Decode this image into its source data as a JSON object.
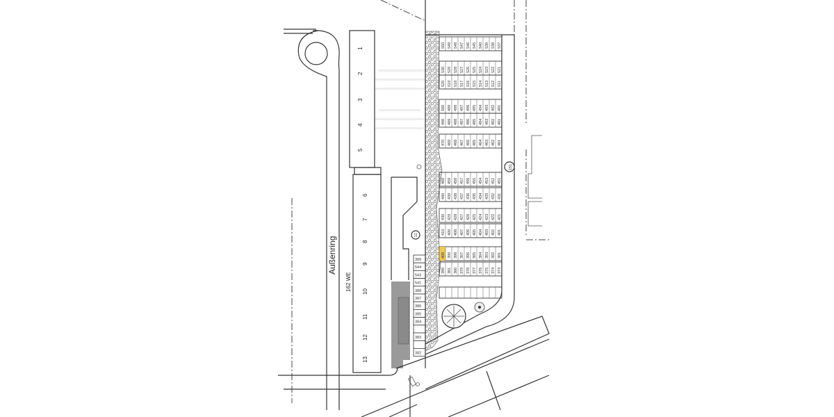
{
  "plan": {
    "street_name": "Außenring",
    "unit_count_label": "162 WE",
    "plot_marker_left": "11",
    "plot_marker_right": "151",
    "colors": {
      "line": "#333333",
      "shaded_block": "#9a9a9a",
      "highlight": "#f2c94c",
      "background": "#ffffff"
    },
    "building_units": [
      "1",
      "2",
      "3",
      "4",
      "5",
      "6",
      "7",
      "8",
      "9",
      "10",
      "11",
      "12",
      "13"
    ],
    "garage_column": [
      "389",
      "544",
      "543",
      "541",
      "388",
      "387",
      "386",
      "385",
      "384",
      "",
      "383",
      "",
      "382"
    ],
    "highlighted_space": "400",
    "parking_rows": [
      {
        "row": 1,
        "spaces": [
          "550",
          "549",
          "548",
          "547",
          "546",
          "545",
          "540",
          "539",
          "538",
          "537"
        ]
      },
      {
        "row": 2,
        "spaces": [
          "530",
          "529",
          "528",
          "527",
          "526",
          "525",
          "524",
          "523",
          "522",
          "521"
        ]
      },
      {
        "row": 3,
        "spaces": [
          "520",
          "519",
          "518",
          "517",
          "516",
          "515",
          "514",
          "513",
          "512",
          "511"
        ]
      },
      {
        "row": 4,
        "spaces": [
          "500",
          "499",
          "498",
          "497",
          "496",
          "495",
          "494",
          "493",
          "492",
          "491"
        ]
      },
      {
        "row": 5,
        "spaces": [
          "490",
          "489",
          "488",
          "487",
          "486",
          "485",
          "484",
          "483",
          "482",
          "481"
        ]
      },
      {
        "row": 6,
        "spaces": [
          "470",
          "469",
          "468",
          "467",
          "466",
          "465",
          "464",
          "463",
          "462",
          "461"
        ]
      },
      {
        "row": 7,
        "spaces": [
          "460",
          "459",
          "458",
          "457",
          "456",
          "455",
          "454",
          "453",
          "452",
          "451"
        ]
      },
      {
        "row": 8,
        "spaces": [
          "440",
          "439",
          "438",
          "437",
          "436",
          "435",
          "434",
          "433",
          "432",
          "431"
        ]
      },
      {
        "row": 9,
        "spaces": [
          "430",
          "429",
          "428",
          "427",
          "426",
          "425",
          "424",
          "423",
          "422",
          "421"
        ]
      },
      {
        "row": 10,
        "spaces": [
          "410",
          "409",
          "408",
          "407",
          "406",
          "405",
          "404",
          "403",
          "402",
          "401"
        ]
      },
      {
        "row": 11,
        "spaces": [
          "400",
          "399",
          "398",
          "397",
          "396",
          "395",
          "394",
          "393",
          "392",
          "391"
        ]
      },
      {
        "row": 12,
        "spaces": [
          "390",
          "381",
          "380",
          "379",
          "378",
          "377",
          "376",
          "375",
          "374",
          "373"
        ]
      }
    ]
  }
}
